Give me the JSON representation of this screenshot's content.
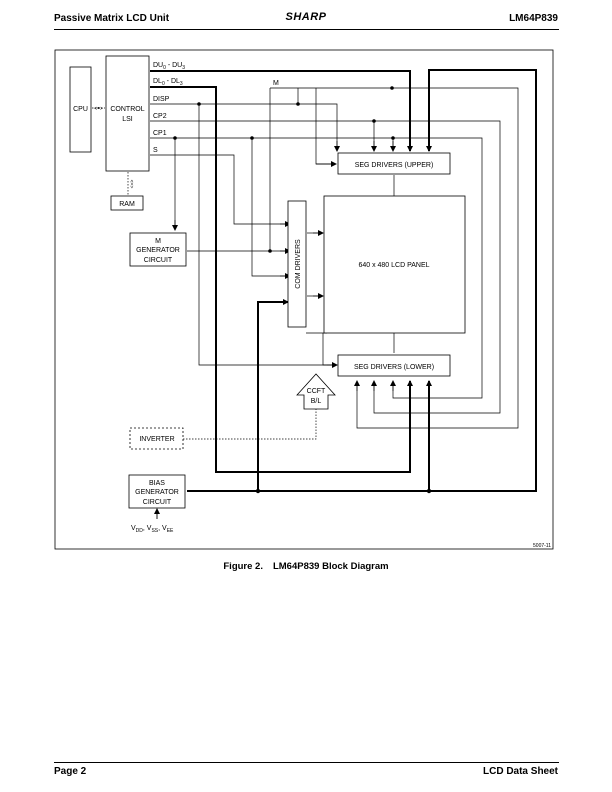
{
  "header": {
    "left": "Passive Matrix LCD Unit",
    "brand": "SHARP",
    "right": "LM64P839"
  },
  "diagram": {
    "blocks": {
      "cpu": "CPU",
      "control_lsi": [
        "CONTROL",
        "LSI"
      ],
      "ram": "RAM",
      "m_generator": [
        "M",
        "GENERATOR",
        "CIRCUIT"
      ],
      "com_drivers": "COM DRIVERS",
      "lcd_panel": "640 x 480 LCD PANEL",
      "seg_upper": "SEG DRIVERS (UPPER)",
      "seg_lower": "SEG DRIVERS (LOWER)",
      "ccft": [
        "CCFT",
        "B/L"
      ],
      "inverter": "INVERTER",
      "bias_generator": [
        "BIAS",
        "GENERATOR",
        "CIRCUIT"
      ]
    },
    "signals": {
      "du": {
        "base": "DU",
        "sub0": "0",
        "mid": " - DU",
        "sub1": "3"
      },
      "dl": {
        "base": "DL",
        "sub0": "0",
        "mid": " - DL",
        "sub1": "3"
      },
      "disp": "DISP",
      "cp2": "CP2",
      "cp1": "CP1",
      "s": "S",
      "m": "M",
      "cpu_bus": "<=>",
      "ram_bus": "<=>"
    },
    "supply": {
      "v1": "V",
      "s1": "DD",
      "v2": ", V",
      "s2": "SS",
      "v3": ", V",
      "s3": "EE"
    },
    "figure_id": "5007-11"
  },
  "caption": {
    "label": "Figure 2.",
    "title": "LM64P839 Block Diagram"
  },
  "footer": {
    "left": "Page 2",
    "right": "LCD Data Sheet"
  }
}
